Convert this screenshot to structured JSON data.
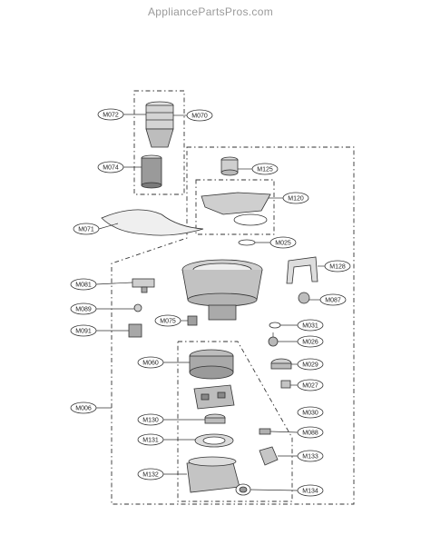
{
  "watermark": "AppliancePartsPros.com",
  "callouts": {
    "m072": "M072",
    "m070": "M070",
    "m074": "M074",
    "m125": "M125",
    "m120": "M120",
    "m071": "M071",
    "m025": "M025",
    "m128": "M128",
    "m081": "M081",
    "m087": "M087",
    "m089": "M089",
    "m075": "M075",
    "m031": "M031",
    "m091": "M091",
    "m026": "M026",
    "m060": "M060",
    "m029": "M029",
    "m027": "M027",
    "m006": "M006",
    "m030": "M030",
    "m130": "M130",
    "m088": "M088",
    "m131": "M131",
    "m133": "M133",
    "m132": "M132",
    "m134": "M134"
  }
}
